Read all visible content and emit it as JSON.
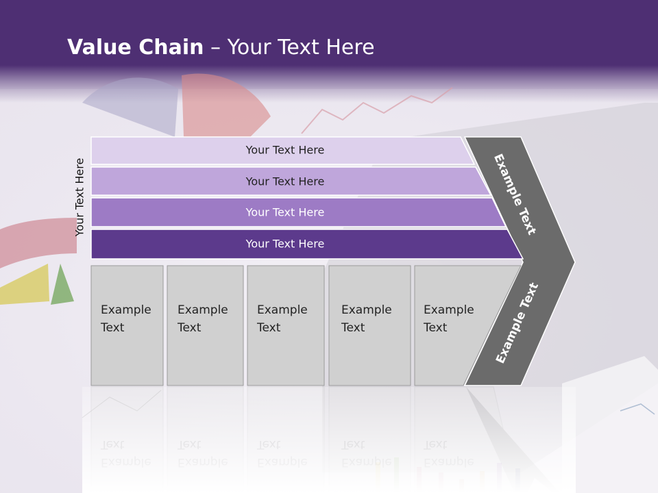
{
  "title": {
    "bold": "Value Chain",
    "rest": " – Your Text Here"
  },
  "side_label": "Your Text Here",
  "bars": [
    {
      "label": "Your Text Here",
      "color": "#ddd0ec",
      "text_color": "#222222"
    },
    {
      "label": "Your Text Here",
      "color": "#bfa6db",
      "text_color": "#222222"
    },
    {
      "label": "Your Text Here",
      "color": "#9d7bc5",
      "text_color": "#ffffff"
    },
    {
      "label": "Your Text Here",
      "color": "#5c3a8c",
      "text_color": "#ffffff"
    }
  ],
  "boxes": [
    {
      "line1": "Example",
      "line2": "Text"
    },
    {
      "line1": "Example",
      "line2": "Text"
    },
    {
      "line1": "Example",
      "line2": "Text"
    },
    {
      "line1": "Example",
      "line2": "Text"
    },
    {
      "line1": "Example",
      "line2": "Text"
    }
  ],
  "chevron": {
    "upper_label": "Example Text",
    "lower_label": "Example Text",
    "color": "#6b6b6b"
  },
  "colors": {
    "header": "#4e2f73",
    "box_fill": "#d0d0d0",
    "box_stroke": "#9a9a9a"
  }
}
